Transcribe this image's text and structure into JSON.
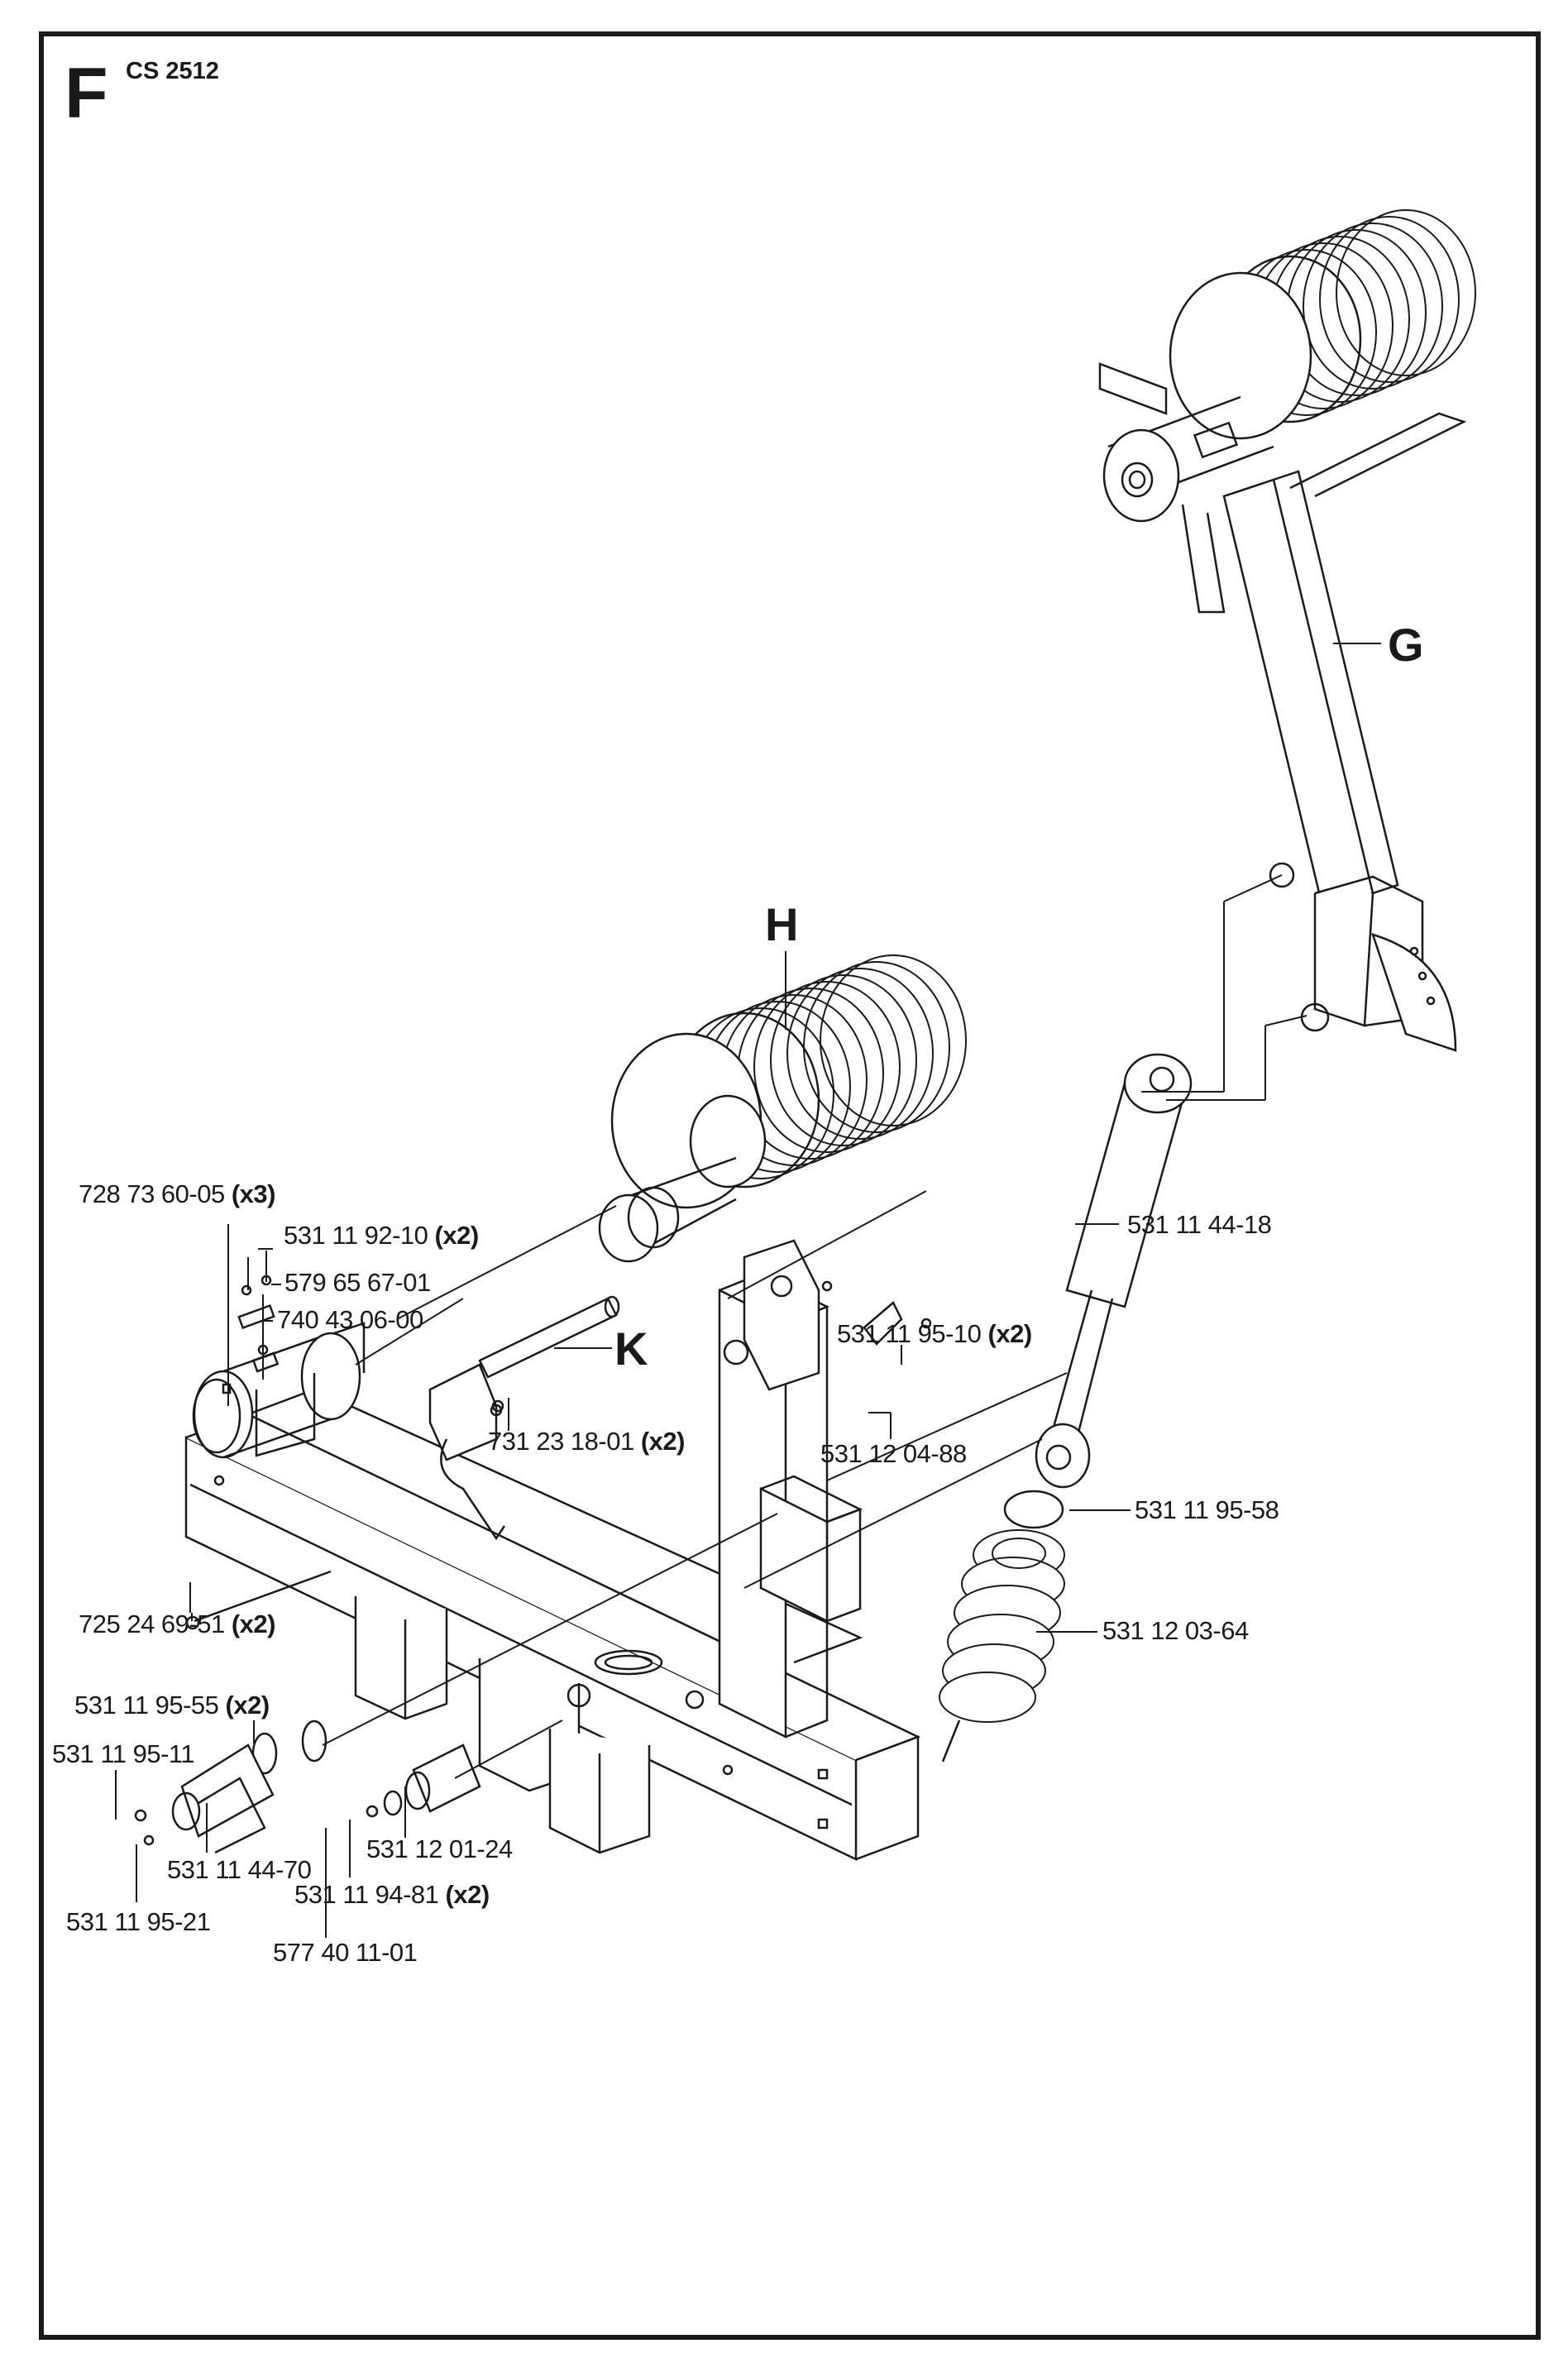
{
  "header": {
    "section_letter": "F",
    "model": "CS 2512"
  },
  "assemblies": {
    "G": "G",
    "H": "H",
    "K": "K"
  },
  "parts": [
    {
      "id": "p1",
      "number": "728 73 60-05",
      "qty": "(x3)"
    },
    {
      "id": "p2",
      "number": "531 11 92-10",
      "qty": "(x2)"
    },
    {
      "id": "p3",
      "number": "579 65 67-01",
      "qty": ""
    },
    {
      "id": "p4",
      "number": "740 43 06-00",
      "qty": ""
    },
    {
      "id": "p5",
      "number": "731 23 18-01",
      "qty": "(x2)"
    },
    {
      "id": "p6",
      "number": "725 24 69-51",
      "qty": "(x2)"
    },
    {
      "id": "p7",
      "number": "531 11 95-55",
      "qty": "(x2)"
    },
    {
      "id": "p8",
      "number": "531 11 95-11",
      "qty": ""
    },
    {
      "id": "p9",
      "number": "531 11 44-70",
      "qty": ""
    },
    {
      "id": "p10",
      "number": "531 11 95-21",
      "qty": ""
    },
    {
      "id": "p11",
      "number": "531 12 01-24",
      "qty": ""
    },
    {
      "id": "p12",
      "number": "531 11 94-81",
      "qty": "(x2)"
    },
    {
      "id": "p13",
      "number": "577 40 11-01",
      "qty": ""
    },
    {
      "id": "p14",
      "number": "531 11 95-10",
      "qty": "(x2)"
    },
    {
      "id": "p15",
      "number": "531 12 04-88",
      "qty": ""
    },
    {
      "id": "p16",
      "number": "531 11 44-18",
      "qty": ""
    },
    {
      "id": "p17",
      "number": "531 11 95-58",
      "qty": ""
    },
    {
      "id": "p18",
      "number": "531 12 03-64",
      "qty": ""
    }
  ]
}
